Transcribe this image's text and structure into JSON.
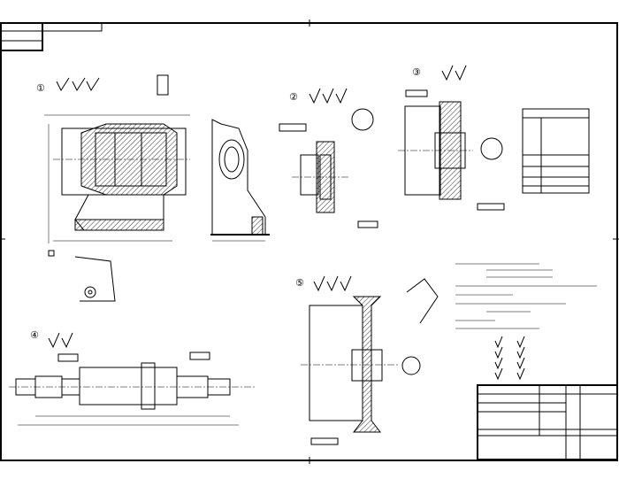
{
  "drawing": {
    "balloons": [
      "①",
      "②",
      "③",
      "④",
      "⑤"
    ]
  }
}
